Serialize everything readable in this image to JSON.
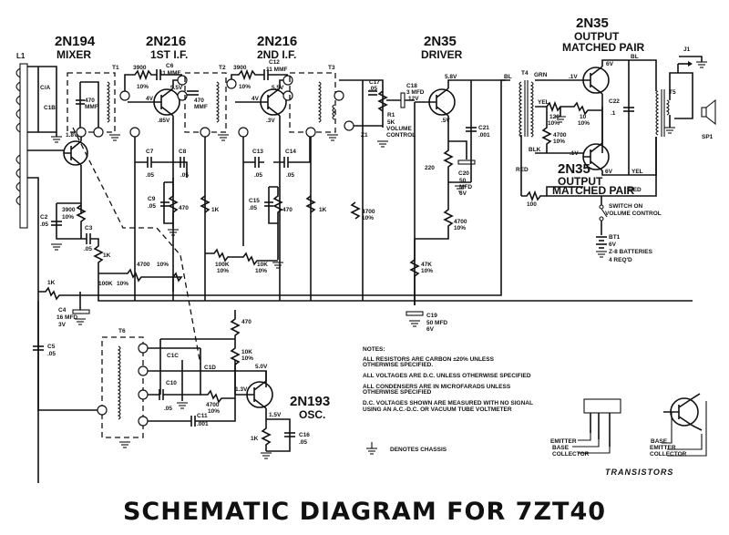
{
  "title": "SCHEMATIC DIAGRAM FOR 7ZT40",
  "stages": [
    {
      "ref": "mixer",
      "part": "2N194",
      "role": "MIXER"
    },
    {
      "ref": "if1",
      "part": "2N216",
      "role": "1ST I.F."
    },
    {
      "ref": "if2",
      "part": "2N216",
      "role": "2ND I.F."
    },
    {
      "ref": "driver",
      "part": "2N35",
      "role": "DRIVER"
    },
    {
      "ref": "out_top",
      "part": "2N35",
      "role": "OUTPUT",
      "role2": "MATCHED PAIR"
    },
    {
      "ref": "out_bot",
      "part": "2N35",
      "role": "OUTPUT",
      "role2": "MATCHED PAIR"
    },
    {
      "ref": "osc",
      "part": "2N193",
      "role": "OSC."
    }
  ],
  "components": {
    "L1": "L1",
    "C1A": "C/A",
    "C1B": "C1B",
    "T1": "T1",
    "T2": "T2",
    "T3": "T3",
    "T4": "T4",
    "T5": "T5",
    "T6": "T6",
    "J1": "J1",
    "SP1": "SP1",
    "C6": "C6",
    "C6v": "11 MMF",
    "C12": "C12",
    "C12v": "11 MMF",
    "r3900": "3900",
    "r10pct": "10%",
    "c470mmf_a": "470",
    "c470mmf_b": "MMF",
    "C7": "C7",
    "C8": "C8",
    "C9": "C9",
    "C13": "C13",
    "C14": "C14",
    "C15": "C15",
    "C17": "C17",
    "C21": "C21",
    "C22": "C22",
    "v05": ".05",
    "v001": ".001",
    "v1": ".1",
    "r470": "470",
    "r1k": "1K",
    "r4700": "4700",
    "r100k": "100K",
    "r10k": "10K",
    "r220": "220",
    "r47k": "47K",
    "r120": "120",
    "r10": "10",
    "r100": "100",
    "R1": "R1",
    "R1v": "5K",
    "volctl1": "VOLUME",
    "volctl2": "CONTROL",
    "Z1": "Z1",
    "C18": "C18",
    "C18v": "3 MFD",
    "C18w": "12V",
    "C20": "C20",
    "C20v": "50",
    "C20w": "MFD",
    "C20x": "6V",
    "C19": "C19",
    "C19v": "50 MFD",
    "C19w": "6V",
    "C2": "C2",
    "C3": "C3",
    "C4": "C4",
    "C4v": "16 MFD",
    "C4w": "3V",
    "C5": "C5",
    "C1C": "C1C",
    "C1D": "C1D",
    "C10": "C10",
    "C11": "C11",
    "C11v": ".001",
    "C16": "C16",
    "BT1": "BT1",
    "BT1v": "6V",
    "BT1w": "Z-8 BATTERIES",
    "BT1x": "4 REQ'D",
    "sw1": "SWITCH ON",
    "sw2": "VOLUME CONTROL",
    "wire_bl": "BL",
    "wire_grn": "GRN",
    "wire_yel": "YEL",
    "wire_blk": "BLK",
    "wire_red": "RED"
  },
  "voltages": {
    "mixer_e": "1.8V",
    "if1_b": "4V",
    "if1_c": "5.5V",
    "if1_e": ".85V",
    "if2_b": "4V",
    "if2_c": "5.5V",
    "if2_e": ".3V",
    "drv_c": "5.8V",
    "drv_e": ".5V",
    "out_b": ".1V",
    "out_c": "6V",
    "osc_c": "5.0V",
    "osc_b": "1.3V",
    "osc_e": "1.5V"
  },
  "notes": {
    "heading": "NOTES:",
    "lines": [
      "ALL RESISTORS  ARE     CARBON ±20% UNLESS",
      "OTHERWISE SPECIFIED.",
      "ALL VOLTAGES ARE D.C. UNLESS OTHERWISE SPECIFIED",
      "ALL CONDENSERS ARE IN MICROFARADS UNLESS",
      "OTHERWISE SPECIFIED",
      "D.C. VOLTAGES SHOWN ARE MEASURED WITH NO SIGNAL",
      "USING AN A.C.-D.C. OR VACUUM TUBE VOLTMETER"
    ],
    "chassis": "DENOTES CHASSIS"
  },
  "transistor_key": {
    "left": [
      "EMITTER",
      "BASE",
      "COLLECTOR"
    ],
    "right": [
      "BASE",
      "EMITTER",
      "COLLECTOR"
    ],
    "caption": "TRANSISTORS"
  }
}
